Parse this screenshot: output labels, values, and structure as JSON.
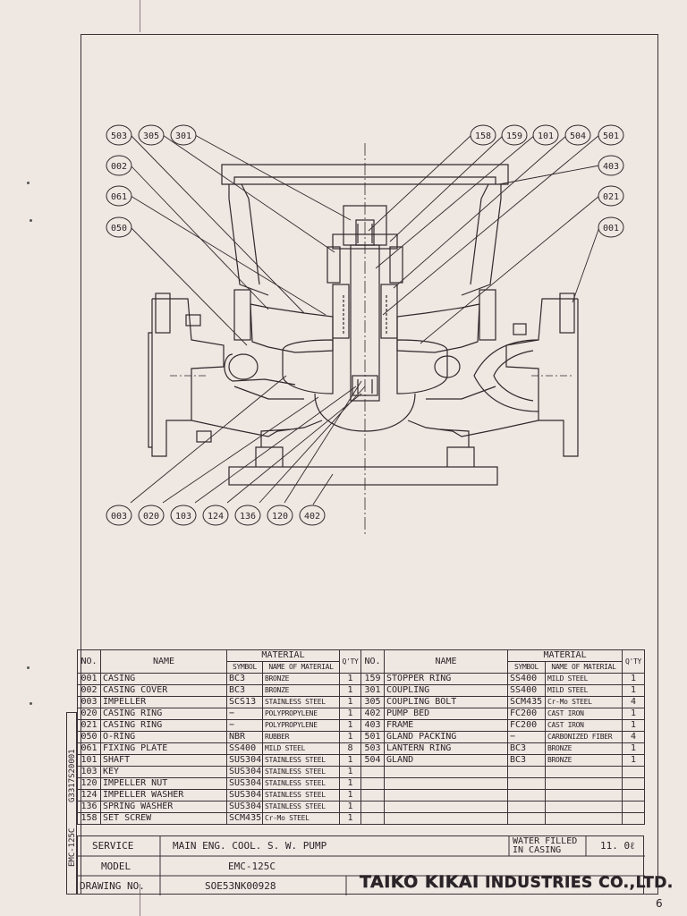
{
  "bubbles_top_left": [
    "503",
    "305",
    "301",
    "002",
    "061",
    "050"
  ],
  "bubbles_top_right": [
    "158",
    "159",
    "101",
    "504",
    "501",
    "403",
    "021",
    "001"
  ],
  "bubbles_bottom": [
    "003",
    "020",
    "103",
    "124",
    "136",
    "120",
    "402"
  ],
  "headers": {
    "no": "NO.",
    "name": "NAME",
    "material": "MATERIAL",
    "symbol": "SYMBOL",
    "name_of_material": "NAME OF MATERIAL",
    "qty": "Q'TY"
  },
  "parts_left": [
    {
      "no": "001",
      "name": "CASING",
      "symbol": "BC3",
      "material": "BRONZE",
      "qty": "1"
    },
    {
      "no": "002",
      "name": "CASING COVER",
      "symbol": "BC3",
      "material": "BRONZE",
      "qty": "1"
    },
    {
      "no": "003",
      "name": "IMPELLER",
      "symbol": "SCS13",
      "material": "STAINLESS STEEL",
      "qty": "1"
    },
    {
      "no": "020",
      "name": "CASING RING",
      "symbol": "−",
      "material": "POLYPROPYLENE",
      "qty": "1"
    },
    {
      "no": "021",
      "name": "CASING RING",
      "symbol": "−",
      "material": "POLYPROPYLENE",
      "qty": "1"
    },
    {
      "no": "050",
      "name": "O-RING",
      "symbol": "NBR",
      "material": "RUBBER",
      "qty": "1"
    },
    {
      "no": "061",
      "name": "FIXING PLATE",
      "symbol": "SS400",
      "material": "MILD STEEL",
      "qty": "8"
    },
    {
      "no": "101",
      "name": "SHAFT",
      "symbol": "SUS304",
      "material": "STAINLESS STEEL",
      "qty": "1"
    },
    {
      "no": "103",
      "name": "KEY",
      "symbol": "SUS304",
      "material": "STAINLESS STEEL",
      "qty": "1"
    },
    {
      "no": "120",
      "name": "IMPELLER NUT",
      "symbol": "SUS304",
      "material": "STAINLESS STEEL",
      "qty": "1"
    },
    {
      "no": "124",
      "name": "IMPELLER WASHER",
      "symbol": "SUS304",
      "material": "STAINLESS STEEL",
      "qty": "1"
    },
    {
      "no": "136",
      "name": "SPRING WASHER",
      "symbol": "SUS304",
      "material": "STAINLESS STEEL",
      "qty": "1"
    },
    {
      "no": "158",
      "name": "SET SCREW",
      "symbol": "SCM435",
      "material": "Cr-Mo STEEL",
      "qty": "1"
    }
  ],
  "parts_right": [
    {
      "no": "159",
      "name": "STOPPER RING",
      "symbol": "SS400",
      "material": "MILD STEEL",
      "qty": "1"
    },
    {
      "no": "301",
      "name": "COUPLING",
      "symbol": "SS400",
      "material": "MILD STEEL",
      "qty": "1"
    },
    {
      "no": "305",
      "name": "COUPLING BOLT",
      "symbol": "SCM435",
      "material": "Cr-Mo STEEL",
      "qty": "4"
    },
    {
      "no": "402",
      "name": "PUMP BED",
      "symbol": "FC200",
      "material": "CAST IRON",
      "qty": "1"
    },
    {
      "no": "403",
      "name": "FRAME",
      "symbol": "FC200",
      "material": "CAST IRON",
      "qty": "1"
    },
    {
      "no": "501",
      "name": "GLAND PACKING",
      "symbol": "−",
      "material": "CARBONIZED FIBER",
      "qty": "4"
    },
    {
      "no": "503",
      "name": "LANTERN RING",
      "symbol": "BC3",
      "material": "BRONZE",
      "qty": "1"
    },
    {
      "no": "504",
      "name": "GLAND",
      "symbol": "BC3",
      "material": "BRONZE",
      "qty": "1"
    }
  ],
  "title_block": {
    "service_label": "SERVICE",
    "service_value": "MAIN ENG. COOL. S. W. PUMP",
    "water_label_1": "WATER FILLED",
    "water_label_2": "IN CASING",
    "water_value": "11. 0ℓ",
    "model_label": "MODEL",
    "model_value": "EMC-125C",
    "drawing_label": "DRAWING NO.",
    "drawing_value": "SOE53NK00928",
    "company_big": "TAIKO KIKAI",
    "company_small": "INDUSTRIES CO.,LTD."
  },
  "side_codes": {
    "upper": "G3317S20001",
    "lower": "EMC-125C"
  },
  "page_number": "6"
}
